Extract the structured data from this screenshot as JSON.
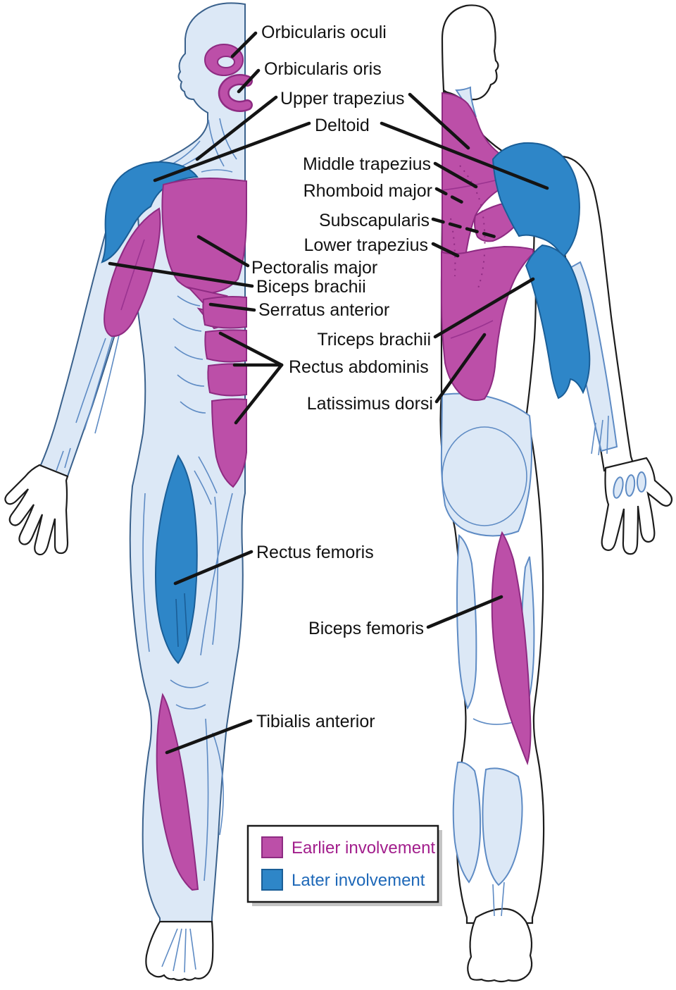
{
  "colors": {
    "background": "#FFFFFF",
    "earlier": "#BC4FA8",
    "earlier_dark": "#8E2B82",
    "later": "#2E86C8",
    "later_dark": "#1A5E97",
    "body_fill": "#DCE8F6",
    "body_line": "#5E8BC4",
    "outline": "#3A618C",
    "contour": "#1C1C1C",
    "leader": "#141414",
    "label_text": "#121212",
    "legend_earlier_text": "#A21E8C",
    "legend_later_text": "#1E68B8"
  },
  "labels": [
    {
      "id": "orbicularis-oculi",
      "text": "Orbicularis oculi"
    },
    {
      "id": "orbicularis-oris",
      "text": "Orbicularis oris"
    },
    {
      "id": "upper-trapezius",
      "text": "Upper trapezius"
    },
    {
      "id": "deltoid",
      "text": "Deltoid"
    },
    {
      "id": "middle-trapezius",
      "text": "Middle trapezius"
    },
    {
      "id": "rhomboid-major",
      "text": "Rhomboid major"
    },
    {
      "id": "subscapularis",
      "text": "Subscapularis"
    },
    {
      "id": "lower-trapezius",
      "text": "Lower trapezius"
    },
    {
      "id": "pectoralis-major",
      "text": "Pectoralis major"
    },
    {
      "id": "biceps-brachii",
      "text": "Biceps brachii"
    },
    {
      "id": "serratus-anterior",
      "text": "Serratus anterior"
    },
    {
      "id": "triceps-brachii",
      "text": "Triceps brachii"
    },
    {
      "id": "rectus-abdominis",
      "text": "Rectus abdominis"
    },
    {
      "id": "latissimus-dorsi",
      "text": "Latissimus dorsi"
    },
    {
      "id": "rectus-femoris",
      "text": "Rectus femoris"
    },
    {
      "id": "biceps-femoris",
      "text": "Biceps femoris"
    },
    {
      "id": "tibialis-anterior",
      "text": "Tibialis anterior"
    }
  ],
  "legend": {
    "items": [
      {
        "id": "earlier",
        "label": "Earlier involvement",
        "color": "#BC4FA8"
      },
      {
        "id": "later",
        "label": "Later involvement",
        "color": "#2E86C8"
      }
    ]
  }
}
